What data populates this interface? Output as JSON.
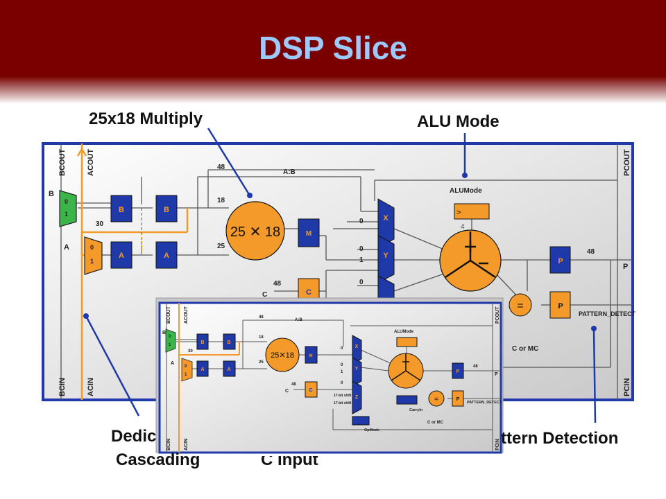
{
  "slide": {
    "title": "DSP Slice",
    "callouts": {
      "multiply": "25x18 Multiply",
      "alu_mode": "ALU Mode",
      "cascading_line1": "Dedic",
      "cascading_line2": "Cascading",
      "c_input": "C Input",
      "pattern_detection": "ttern Detection"
    }
  },
  "diagram": {
    "ports": {
      "bcout": "BCOUT",
      "acout": "ACOUT",
      "bcin": "BCIN",
      "acin": "ACIN",
      "pcout": "PCOUT",
      "pcin": "PCIN",
      "b": "B",
      "a": "A",
      "c": "C",
      "p": "P"
    },
    "mux": {
      "zero": "0",
      "one": "1"
    },
    "registers": {
      "b": "B",
      "a": "A",
      "m": "M",
      "c": "C",
      "p": "P",
      "x": "X",
      "y": "Y",
      "z": "Z"
    },
    "multiplier": {
      "label": "25✕18",
      "inline_label": "25 ✕ 18"
    },
    "widths": {
      "w48": "48",
      "w18": "18",
      "w25": "25",
      "w30": "30",
      "w4": "4"
    },
    "labels": {
      "ab": "A:B",
      "alumode": "ALUMode",
      "pattern_detect": "PATTERN_DETECT",
      "c_or_mc": "C or MC",
      "shift": "17-bit shift",
      "carryin": "CarryIn",
      "opmode": "OpMode",
      "zero": "0",
      "one": "1",
      "equals": "="
    }
  }
}
